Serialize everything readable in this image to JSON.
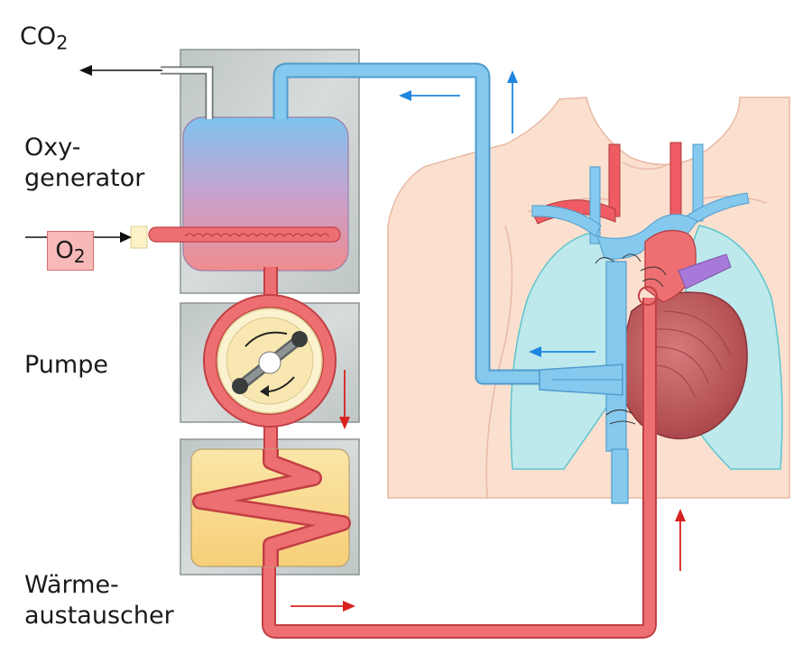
{
  "labels": {
    "co2": {
      "main": "CO",
      "sub": "2"
    },
    "oxygenator": {
      "line1": "Oxy-",
      "line2": "generator"
    },
    "o2": {
      "main": "O",
      "sub": "2"
    },
    "pump": "Pumpe",
    "heat_exchanger": {
      "line1": "Wärme-",
      "line2": "austauscher"
    }
  },
  "colors": {
    "venous_blue": "#86c9ee",
    "arterial_red": "#ee6f72",
    "panel_gray": "#c6cccc",
    "skin": "#fbe0d0",
    "lung": "#bde8ec",
    "heart": "#b85559",
    "aorta_purple": "#a77ad9",
    "heater_yellow": "#f8d890",
    "arrow_blue": "#1f86e0",
    "arrow_red": "#d8221f"
  },
  "icons": [
    "rotation-arrow-icon",
    "flow-arrow-icon"
  ]
}
